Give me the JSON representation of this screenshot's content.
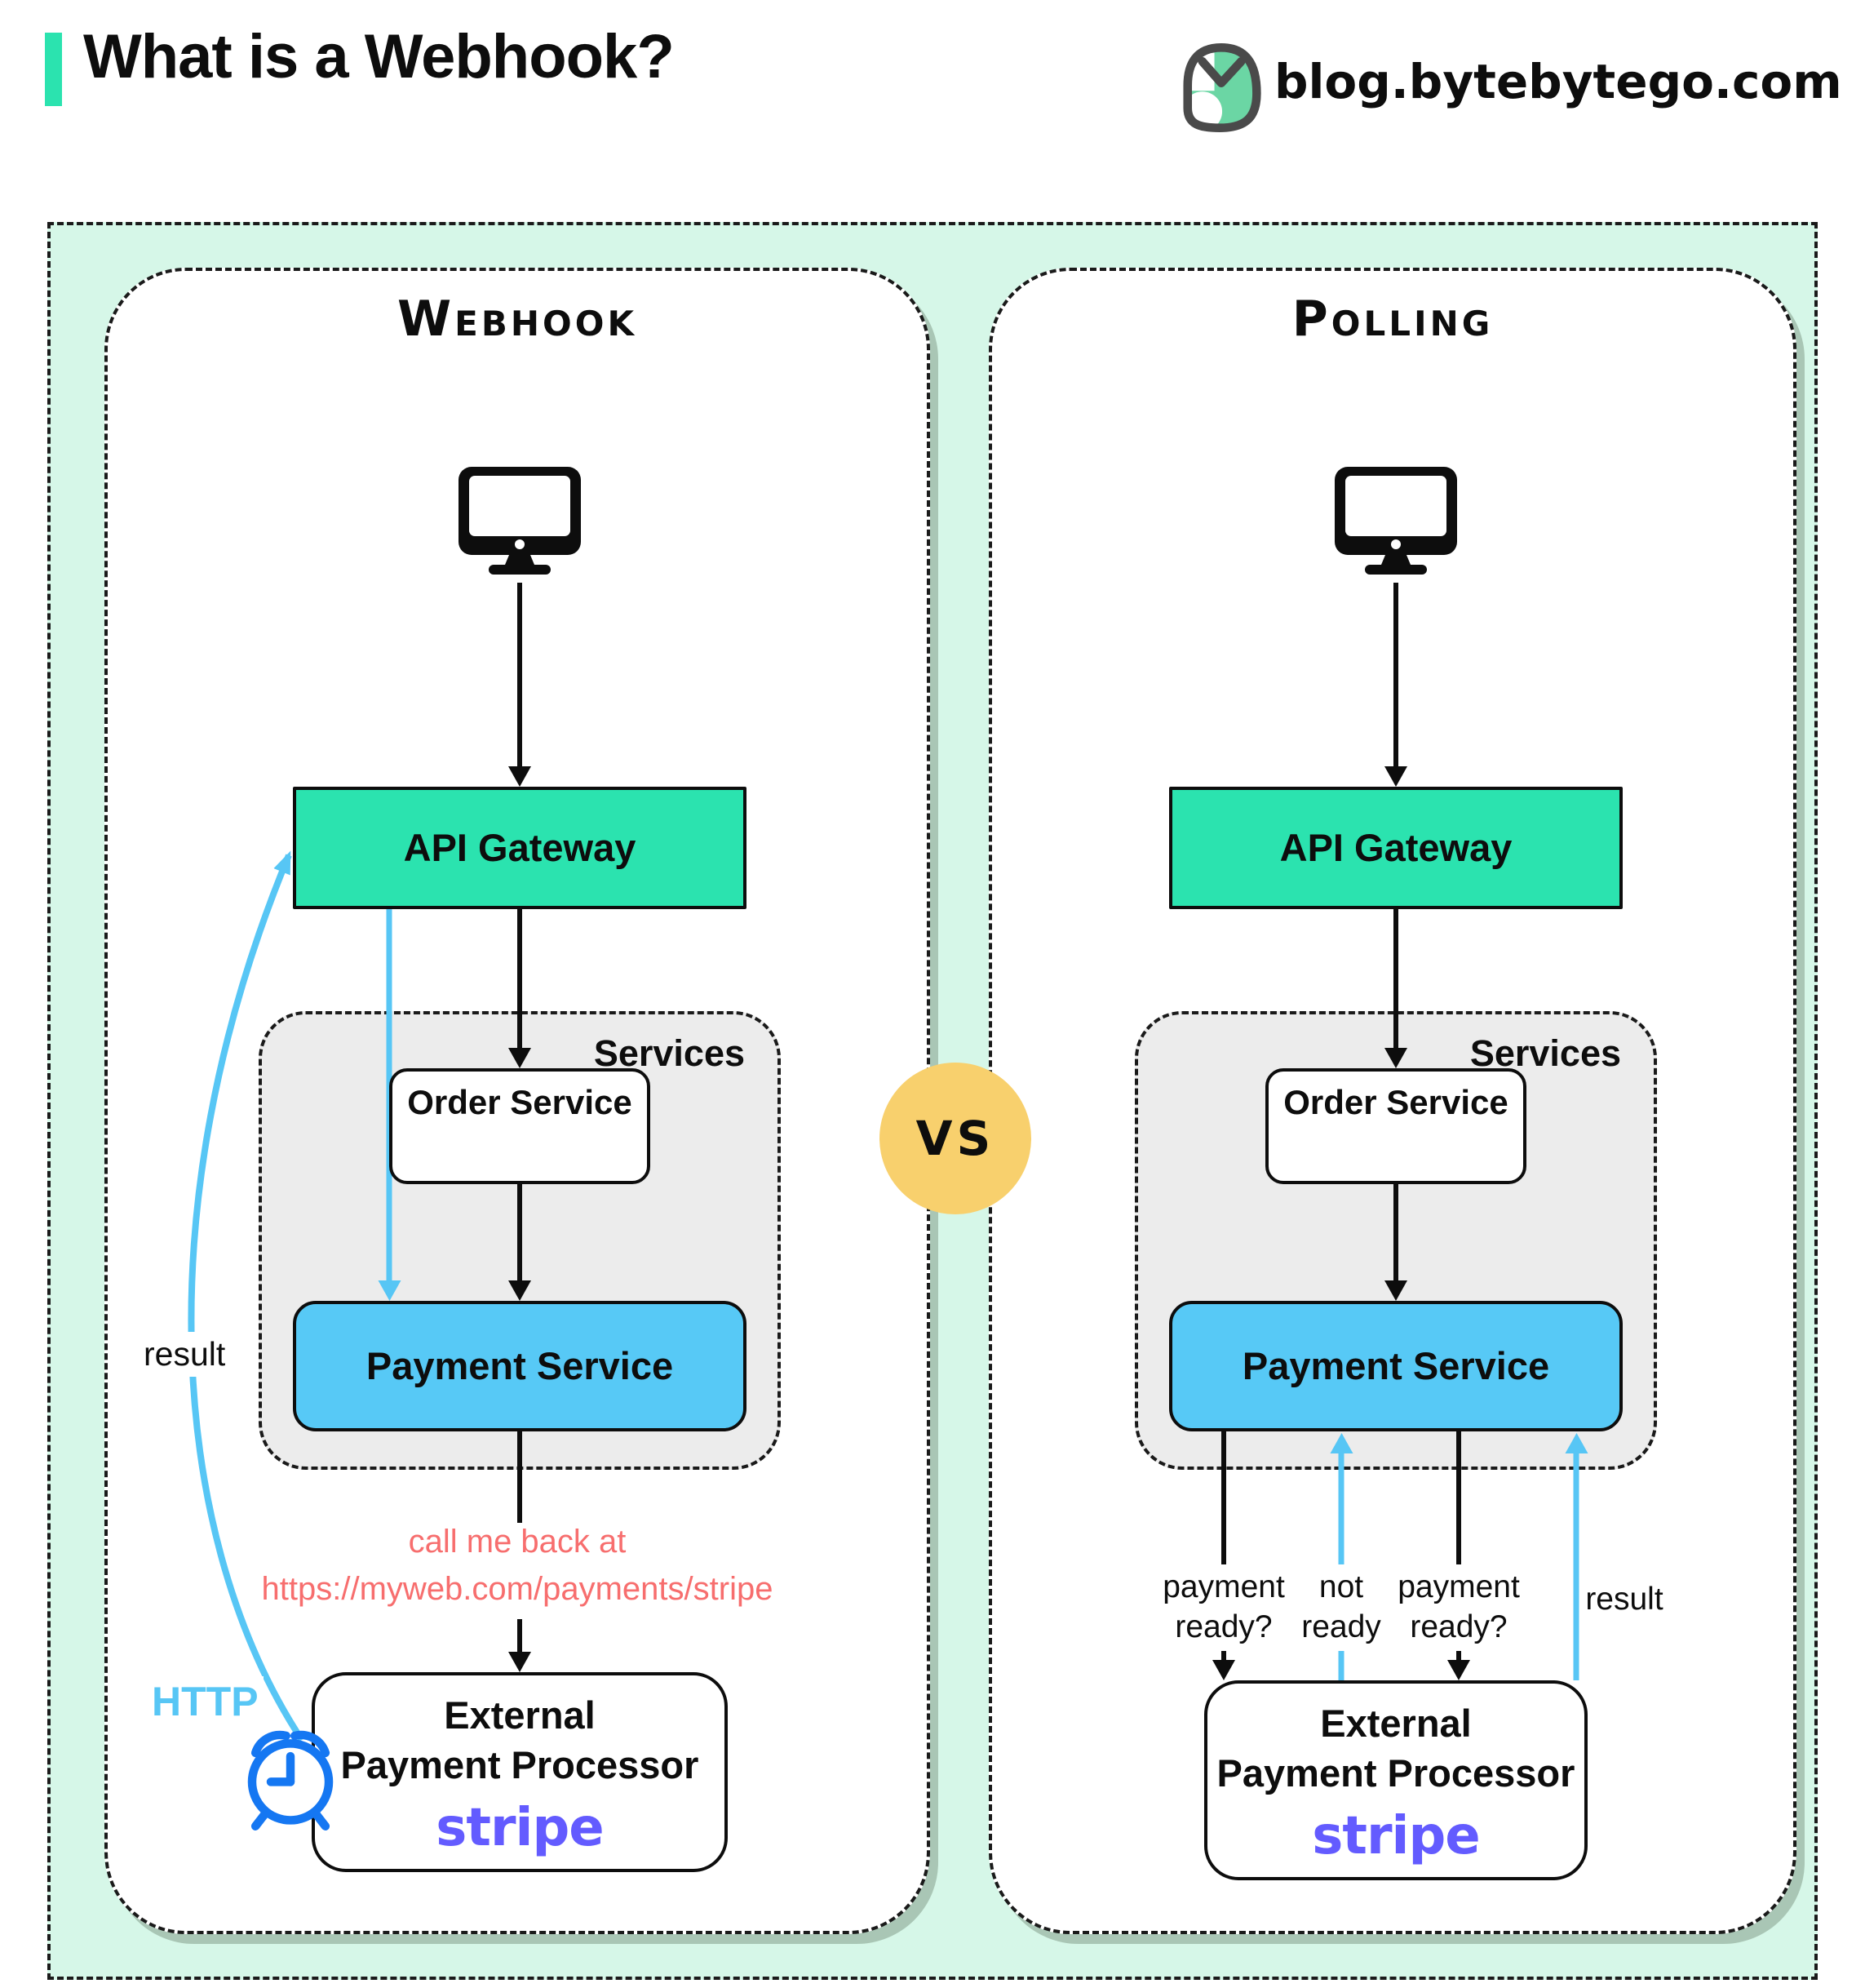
{
  "header": {
    "title": "What is a Webhook?",
    "site": "blog.bytebytego.com"
  },
  "vs_label": "VS",
  "colors": {
    "accent_teal": "#2be3af",
    "mint_background": "#d6f7e8",
    "payment_blue": "#57c9f6",
    "arrow_blue": "#57c6f5",
    "alarm_blue": "#1577f2",
    "stripe_purple": "#635bff",
    "note_red": "#f76e6e",
    "vs_yellow": "#f8d06d",
    "services_gray": "#ececec"
  },
  "panels": {
    "webhook": {
      "title": "Webhook",
      "api_gateway": "API Gateway",
      "services_label": "Services",
      "order_service": "Order Service",
      "payment_service": "Payment Service",
      "callback_line1": "call me back at",
      "callback_line2": "https://myweb.com/payments/stripe",
      "result_label": "result",
      "http_label": "HTTP",
      "external_line1": "External",
      "external_line2": "Payment Processor",
      "stripe_label": "stripe"
    },
    "polling": {
      "title": "Polling",
      "api_gateway": "API Gateway",
      "services_label": "Services",
      "order_service": "Order Service",
      "payment_service": "Payment Service",
      "labels": {
        "q1_line1": "payment",
        "q1_line2": "ready?",
        "not_line1": "not",
        "not_line2": "ready",
        "q2_line1": "payment",
        "q2_line2": "ready?",
        "result": "result"
      },
      "external_line1": "External",
      "external_line2": "Payment Processor",
      "stripe_label": "stripe"
    }
  }
}
